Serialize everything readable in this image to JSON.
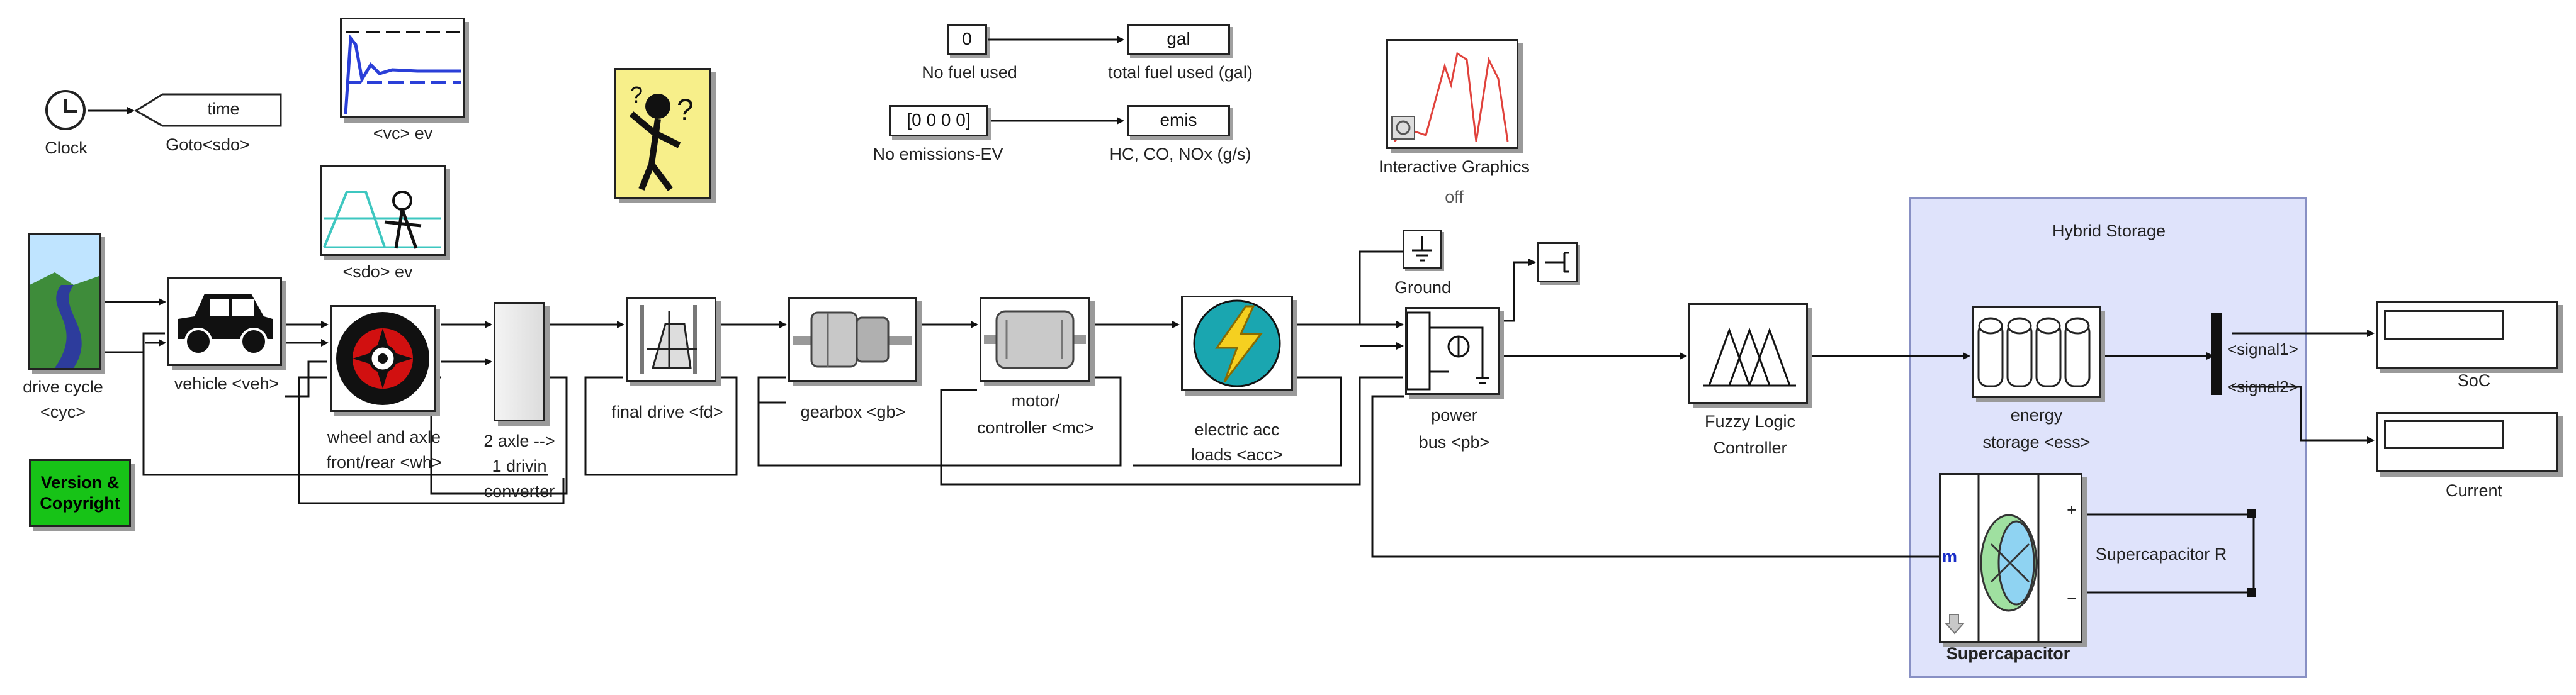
{
  "blocks": {
    "clock": "Clock",
    "goto_tag": "time",
    "goto_label": "Goto<sdo>",
    "vc_scope": "<vc> ev",
    "sdo_scope": "<sdo> ev",
    "drive_cycle_1": "drive cycle",
    "drive_cycle_2": "<cyc>",
    "vehicle": "vehicle <veh>",
    "wheel_1": "wheel and axle",
    "wheel_2": "front/rear <wh>",
    "axle_1": "2 axle -->",
    "axle_2": "1 drivin",
    "axle_3": "converter",
    "final_drive": "final drive <fd>",
    "gearbox": "gearbox <gb>",
    "motor_1": "motor/",
    "motor_2": "controller <mc>",
    "acc_1": "electric acc",
    "acc_2": "loads <acc>",
    "ground": "Ground",
    "bus_1": "power",
    "bus_2": "bus <pb>",
    "fuzzy_1": "Fuzzy Logic",
    "fuzzy_2": "Controller",
    "version_1": "Version &",
    "version_2": "Copyright",
    "fuel_value": "0",
    "fuel_label": "No fuel used",
    "total_fuel_tag": "gal",
    "total_fuel_label": "total fuel used (gal)",
    "emis_value": "[0 0 0 0]",
    "emis_label": "No emissions-EV",
    "emis_tag": "emis",
    "emis_out_label": "HC, CO, NOx (g/s)",
    "graphics_1": "Interactive Graphics",
    "graphics_2": "off"
  },
  "hybrid": {
    "title": "Hybrid Storage",
    "storage_1": "energy",
    "storage_2": "storage <ess>",
    "signal1": "<signal1>",
    "signal2": "<signal2>",
    "port_m": "m",
    "port_plus": "+",
    "port_minus": "−",
    "resistor": "Supercapacitor R",
    "supercap": "Supercapacitor"
  },
  "outputs": {
    "soc": "SoC",
    "current": "Current"
  },
  "colors": {
    "hybrid_region": "#dfe3fb",
    "version_block": "#17c317",
    "drive_icon_sky": "#bfe4ff",
    "wheel_red": "#d11010",
    "acc_teal": "#1aa6b0",
    "acc_bolt": "#f5d020",
    "question_yellow": "#f7ef8a",
    "scope_blue": "#2a3fd8",
    "scope_cyan": "#3ec7c0",
    "graphics_red": "#e0423c"
  }
}
